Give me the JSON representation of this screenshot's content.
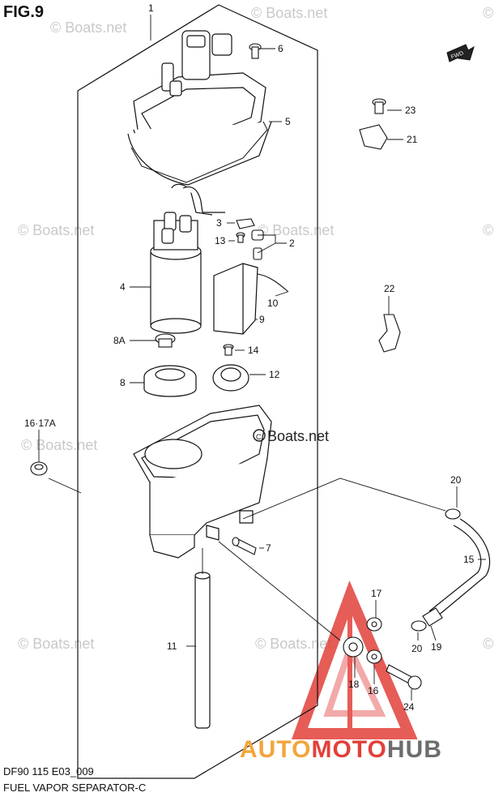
{
  "figure": {
    "title": "FIG.9",
    "code": "DF90 115 E03_009",
    "name": "FUEL VAPOR SEPARATOR-C"
  },
  "watermark": {
    "text": "© Boats.net",
    "bold_text": "Boats.net"
  },
  "fwd_label": "FWD",
  "brand": {
    "part1": "AUTO",
    "part2": "MOTO",
    "part3": "HUB",
    "colors": {
      "auto": "#f3a53b",
      "moto": "#e2403a",
      "hub": "#6d6d6d"
    }
  },
  "callouts": {
    "c1": "1",
    "c2": "2",
    "c3": "3",
    "c4": "4",
    "c5": "5",
    "c6": "6",
    "c7": "7",
    "c8": "8",
    "c8a": "8A",
    "c9": "9",
    "c10": "10",
    "c11": "11",
    "c12": "12",
    "c13": "13",
    "c14": "14",
    "c15": "15",
    "c16_17a": "16·17A",
    "c16": "16",
    "c17": "17",
    "c18": "18",
    "c19": "19",
    "c20a": "20",
    "c20b": "20",
    "c21": "21",
    "c22": "22",
    "c23": "23",
    "c24": "24"
  }
}
